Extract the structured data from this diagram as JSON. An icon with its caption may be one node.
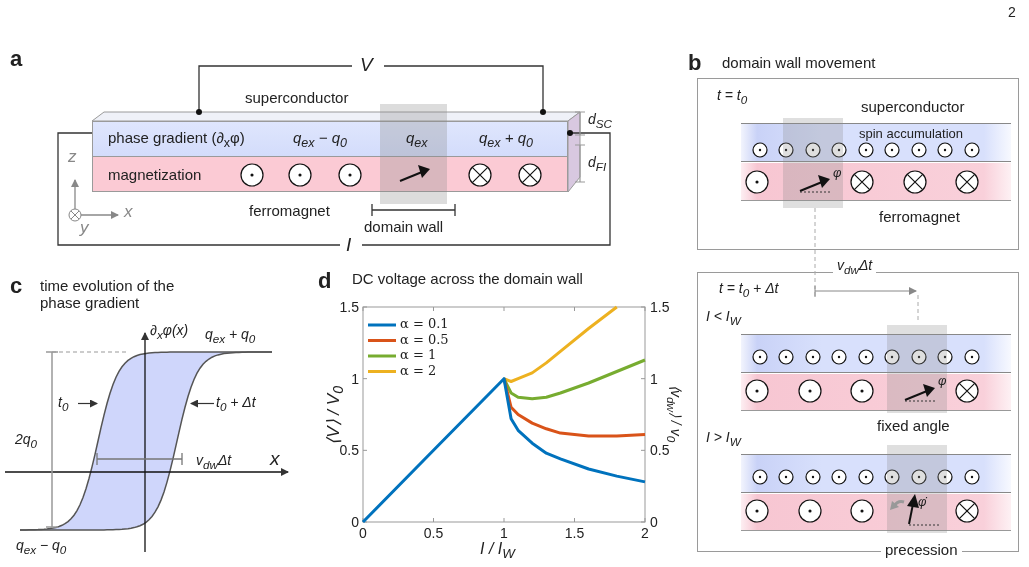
{
  "diagram": {
    "nodes": [
      {
        "text": [
          "superconductor",
          "phase gradient (∂$_{x}$φ)",
          "q$_{ex}$ − q$_{0}$",
          "q$_{ex}$",
          "q$_{ex}$ + q$_{0}$"
        ]
      },
      {
        "text": [
          "magnetization",
          "ferromagnet"
        ]
      },
      {
        "text": [
          "t = t$_{0}$"
        ]
      },
      {
        "text": [
          "superconductor",
          "spin accumulation"
        ],
        "in": 2
      },
      {
        "text": [
          "ferromagnet"
        ],
        "in": 2
      },
      {
        "text": [
          "t = t$_{0}$ + Δt",
          "I < I$_{W}$",
          "I > I$_{W}$"
        ]
      },
      {
        "text": [],
        "shape": "bar",
        "in": 5
      },
      {
        "text": [
          "fixed angle"
        ],
        "in": 5
      },
      {
        "text": [],
        "shape": "bar",
        "in": 5
      },
      {
        "text": [
          "precession"
        ],
        "in": 5
      },
      {
        "text": [
          "t$_{0}$"
        ]
      },
      {
        "text": [
          "t$_{0}$ + Δt"
        ]
      }
    ],
    "edges": [
      {
        "from": 10,
        "to": null,
        "arrow": "to"
      },
      {
        "from": 11,
        "to": null,
        "arrow": "to"
      }
    ],
    "labels": [
      "2",
      "a",
      "V",
      "d$_{SC}$",
      "d$_{FI}$",
      "z",
      "x",
      "y",
      "domain wall",
      "I",
      "b",
      "domain wall movement",
      "φ",
      "v$_{dw}$Δt",
      "φ",
      "φ̇",
      "c",
      "time evolution of the phase gradient",
      "∂$_{x}$φ(x)",
      "q$_{ex}$ + q$_{0}$",
      "2q$_{0}$",
      "v$_{dw}$Δt",
      "x",
      "q$_{ex}$ − q$_{0}$",
      "d",
      "⟨v$_{dw}$⟩ / v$_{0}$",
      "0",
      "0.5",
      "1",
      "1.5"
    ],
    "chart_data": {
      "type": "line",
      "title": "DC voltage across the domain wall",
      "xlabel": "I / I$_{W}$",
      "ylabel": "⟨V⟩ / V$_{0}$",
      "x": [
        0,
        0.5,
        1,
        1.05,
        1.1,
        1.2,
        1.3,
        1.4,
        1.6,
        1.8,
        2
      ],
      "series": [
        {
          "name": "α = 0.1",
          "color": "#0072bd",
          "values": [
            0,
            0.5,
            1,
            0.72,
            0.64,
            0.55,
            0.48,
            0.44,
            0.37,
            0.32,
            0.28
          ]
        },
        {
          "name": "α = 0.5",
          "color": "#d95319",
          "values": [
            null,
            null,
            1,
            0.8,
            0.75,
            0.69,
            0.65,
            0.62,
            0.6,
            0.6,
            0.61
          ]
        },
        {
          "name": "α = 1",
          "color": "#77ac30",
          "values": [
            null,
            null,
            1,
            0.9,
            0.87,
            0.86,
            0.87,
            0.9,
            0.97,
            1.05,
            1.13
          ]
        },
        {
          "name": "α = 2",
          "color": "#edb120",
          "values": [
            null,
            null,
            1,
            0.98,
            1.0,
            1.04,
            1.11,
            1.19,
            1.35,
            1.5,
            null
          ]
        }
      ],
      "legend": "upper left",
      "xlim": [
        0,
        2
      ],
      "ylim": [
        0,
        1.5
      ],
      "xticks": [
        0,
        0.5,
        1,
        1.5,
        2
      ],
      "yticks": [
        0,
        0.5,
        1,
        1.5
      ]
    }
  }
}
